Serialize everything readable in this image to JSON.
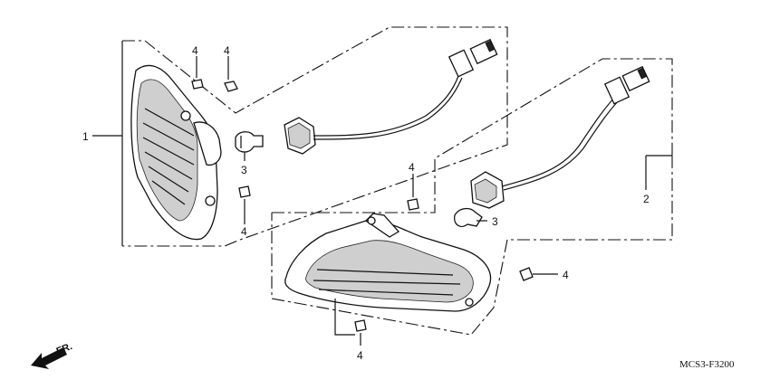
{
  "callouts": {
    "c1": "1",
    "c2": "2",
    "c3a": "3",
    "c3b": "3",
    "c4a": "4",
    "c4b": "4",
    "c4c": "4",
    "c4d": "4",
    "c4e": "4",
    "c4f": "4"
  },
  "direction_label": "FR.",
  "diagram_code": "MCS3-F3200",
  "icons": {
    "direction": "front-direction-arrow-icon"
  }
}
